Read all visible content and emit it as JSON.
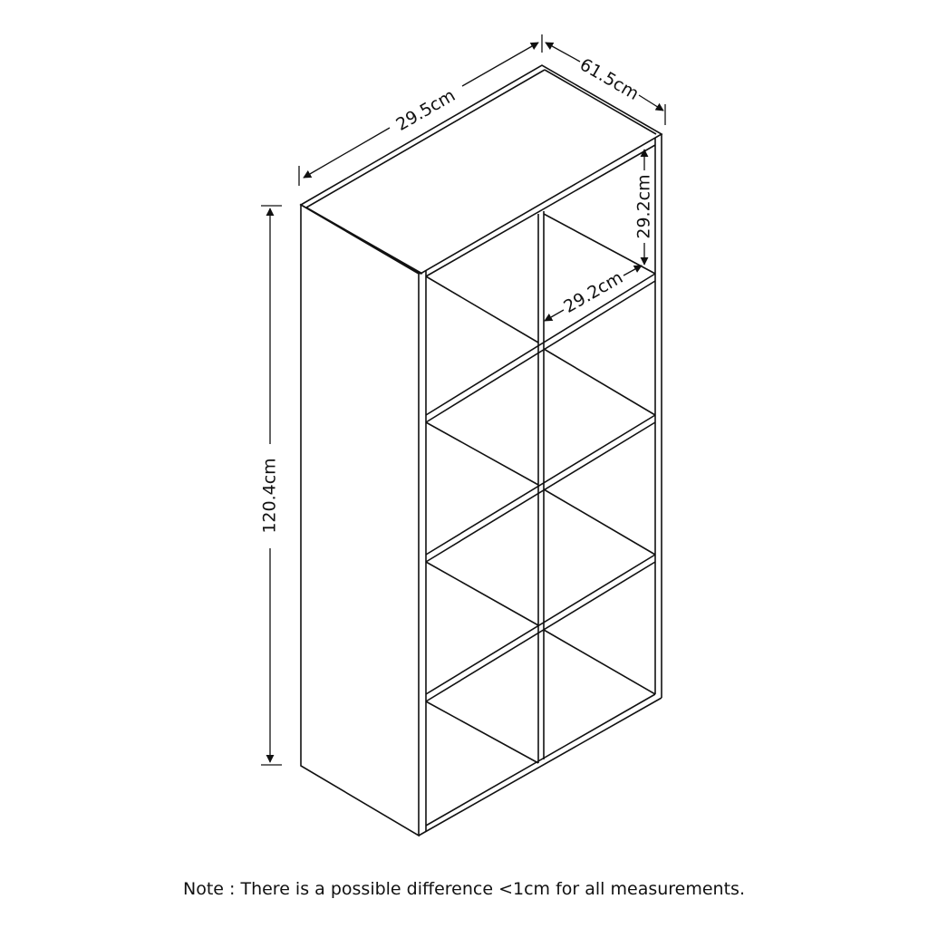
{
  "diagram": {
    "subject": "2x4 cube storage bookcase",
    "dimensions": {
      "depth": "29.5cm",
      "width": "61.5cm",
      "height": "120.4cm",
      "cube_height": "29.2cm",
      "cube_width": "29.2cm"
    },
    "grid": {
      "columns": 2,
      "rows": 4
    },
    "line_color": "#111111",
    "background": "#ffffff"
  },
  "note": "Note : There is a possible difference <1cm for all measurements."
}
